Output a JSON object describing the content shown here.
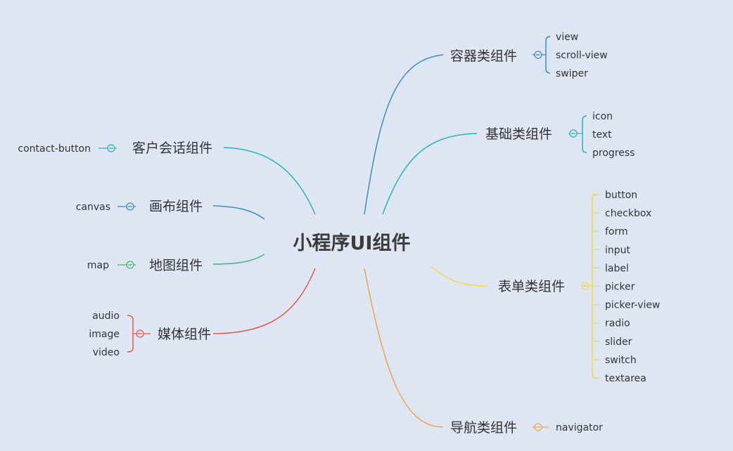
{
  "central_topic": "小程序UI组件",
  "colors": {
    "background": "#dde6f2",
    "container": "#3a8fb7",
    "basic": "#2bb5b0",
    "form": "#f2d948",
    "navigation": "#f0a645",
    "customer_service": "#2bb5b0",
    "canvas": "#3a8fb7",
    "map": "#3bb87a",
    "media": "#e8564e"
  },
  "branches": {
    "container": {
      "label": "容器类组件",
      "children": [
        "view",
        "scroll-view",
        "swiper"
      ]
    },
    "basic": {
      "label": "基础类组件",
      "children": [
        "icon",
        "text",
        "progress"
      ]
    },
    "form": {
      "label": "表单类组件",
      "children": [
        "button",
        "checkbox",
        "form",
        "input",
        "label",
        "picker",
        "picker-view",
        "radio",
        "slider",
        "switch",
        "textarea"
      ]
    },
    "navigation": {
      "label": "导航类组件",
      "children": [
        "navigator"
      ]
    },
    "customer_service": {
      "label": "客户会话组件",
      "children": [
        "contact-button"
      ]
    },
    "canvas": {
      "label": "画布组件",
      "children": [
        "canvas"
      ]
    },
    "map": {
      "label": "地图组件",
      "children": [
        "map"
      ]
    },
    "media": {
      "label": "媒体组件",
      "children": [
        "audio",
        "image",
        "video"
      ]
    }
  }
}
